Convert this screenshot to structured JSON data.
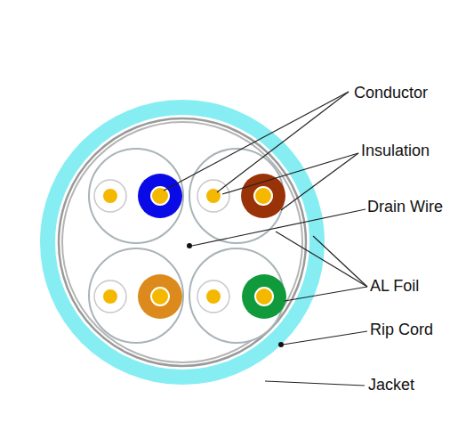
{
  "diagram": {
    "labels": [
      "Conductor",
      "Insulation",
      "Drain Wire",
      "AL Foil",
      "Rip Cord",
      "Jacket"
    ]
  }
}
